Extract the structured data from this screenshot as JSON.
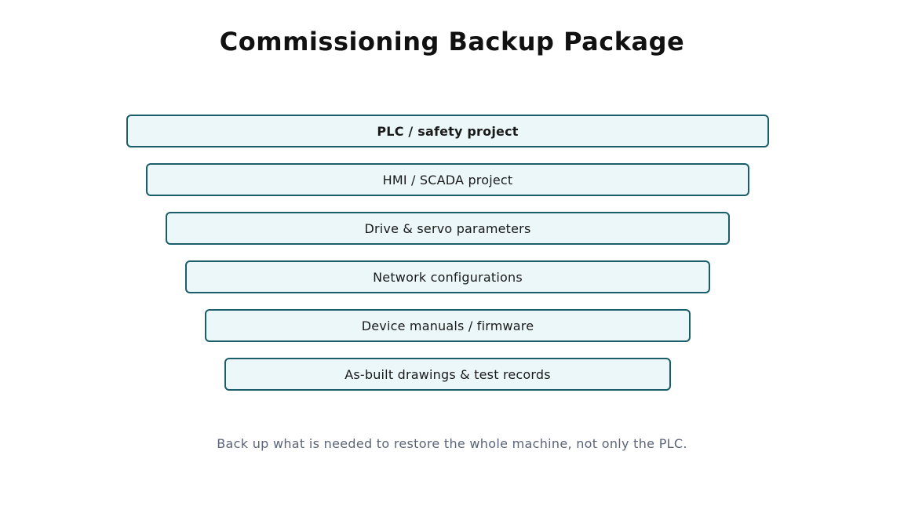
{
  "title": "Commissioning Backup Package",
  "layers": [
    {
      "label": "PLC / safety project"
    },
    {
      "label": "HMI / SCADA project"
    },
    {
      "label": "Drive & servo parameters"
    },
    {
      "label": "Network configurations"
    },
    {
      "label": "Device manuals / firmware"
    },
    {
      "label": "As-built drawings & test records"
    }
  ],
  "caption": "Back up what is needed to restore the whole machine, not only the PLC.",
  "colors": {
    "border": "#1b5e6b",
    "fill": "#ebf7f9",
    "caption": "#5b6478"
  }
}
